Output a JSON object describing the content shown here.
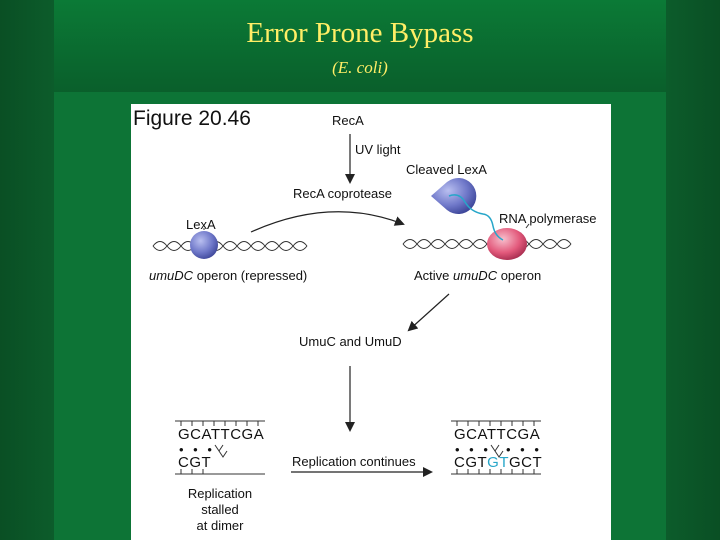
{
  "slide": {
    "title": "Error Prone Bypass",
    "subtitle": "(E. coli)"
  },
  "figure": {
    "label": "Figure 20.46",
    "labels": {
      "reca": "RecA",
      "uv_light": "UV light",
      "cleaved_lexa": "Cleaved LexA",
      "reca_coprotease": "RecA coprotease",
      "lexa": "LexA",
      "rna_polymerase": "RNA polymerase",
      "umudc_repressed_a": "umuDC",
      "umudc_repressed_b": " operon (repressed)",
      "active_umudc_a": "Active ",
      "active_umudc_b": "umuDC",
      "active_umudc_c": " operon",
      "umuc_umud": "UmuC and UmuD",
      "replication_continues": "Replication continues",
      "stalled_line1": "Replication",
      "stalled_line2": "stalled",
      "stalled_line3": "at dimer"
    },
    "sequences": {
      "left_top": "GCATTCGA",
      "left_bottom": "CGT",
      "right_top": "GCATTCGA",
      "right_bottom_a": "CGT",
      "right_bottom_b": "GT",
      "right_bottom_c": "GCT",
      "dots": "• • •"
    }
  },
  "colors": {
    "background": "#0d7436",
    "title_text": "#ffee66",
    "lexa_fill": "#6f78c9",
    "rnap_fill": "#e35a7c",
    "inserted_base": "#27a6c9"
  }
}
